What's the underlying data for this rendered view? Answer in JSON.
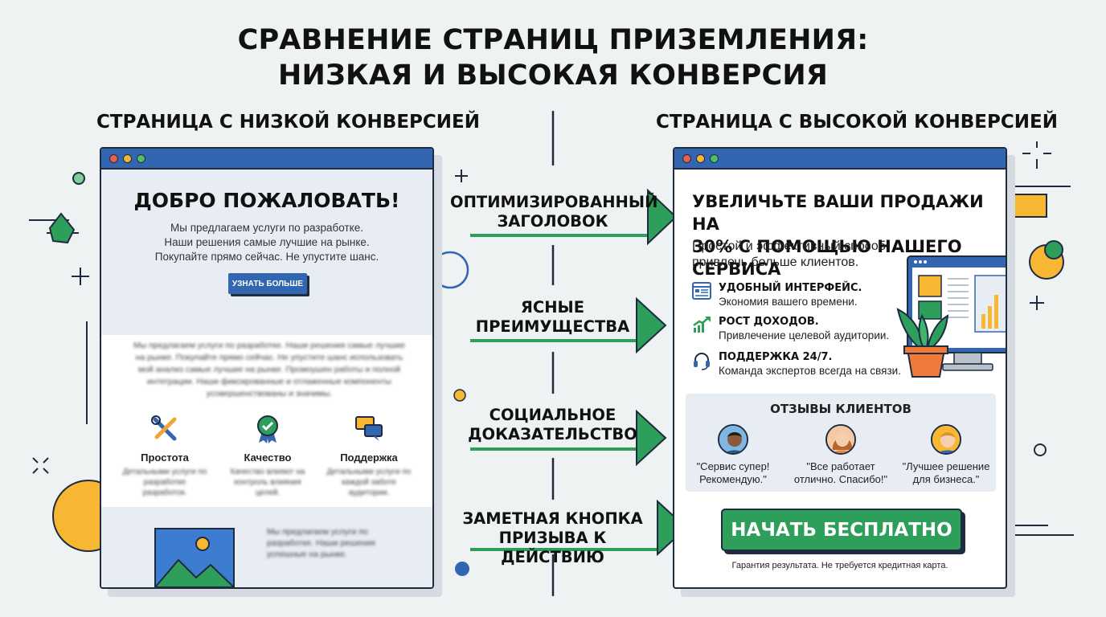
{
  "title_line1": "СРАВНЕНИЕ СТРАНИЦ ПРИЗЕМЛЕНИЯ:",
  "title_line2": "НИЗКАЯ И ВЫСОКАЯ КОНВЕРСИЯ",
  "low": {
    "heading": "СТРАНИЦА С НИЗКОЙ КОНВЕРСИЕЙ",
    "hero_title": "ДОБРО ПОЖАЛОВАТЬ!",
    "hero_text_1": "Мы предлагаем услуги по разработке.",
    "hero_text_2": "Наши решения самые лучшие на рынке.",
    "hero_text_3": "Покупайте прямо сейчас. Не упустите шанс.",
    "button": "УЗНАТЬ БОЛЬШЕ",
    "blurred_paragraph": "Мы предлагаем услуги по разработке. Наши решения самые лучшие на рынке. Покупайте прямо сейчас. Не упустите шанс использовать мой анализ самые лучшие на рынке. Промоушен работы и полной интеграции. Наши фиксированные и отлаженные компоненты усовершенствованы и значимы.",
    "features": [
      {
        "name": "Простота",
        "desc": "Детальными услуги по разработке разработок.",
        "icon": "tools-icon"
      },
      {
        "name": "Качество",
        "desc": "Качество влияют на контроль влияния целей.",
        "icon": "award-icon"
      },
      {
        "name": "Поддержка",
        "desc": "Детальными услуги по каждой заботе аудитории.",
        "icon": "chat-icon"
      }
    ],
    "footer_text": "Мы предлагаем услуги по разработке. Наши решения успешные на рынке."
  },
  "high": {
    "heading": "СТРАНИЦА С ВЫСОКОЙ КОНВЕРСИЕЙ",
    "hero_title_1": "УВЕЛИЧЬТЕ ВАШИ ПРОДАЖИ НА",
    "hero_title_2": "30% С ПОМОЩЬЮ НАШЕГО СЕРВИСА",
    "hero_text_1": "Простой и эффективный способ",
    "hero_text_2": "привлечь больше клиентов.",
    "benefits": [
      {
        "title": "УДОБНЫЙ ИНТЕРФЕЙС.",
        "desc": "Экономия вашего времени.",
        "icon": "interface-icon"
      },
      {
        "title": "РОСТ ДОХОДОВ.",
        "desc": "Привлечение целевой аудитории.",
        "icon": "growth-icon"
      },
      {
        "title": "ПОДДЕРЖКА 24/7.",
        "desc": "Команда экспертов всегда на связи.",
        "icon": "headset-icon"
      }
    ],
    "reviews_title": "ОТЗЫВЫ КЛИЕНТОВ",
    "reviews": [
      {
        "line1": "\"Сервис супер!",
        "line2": "Рекомендую.\""
      },
      {
        "line1": "\"Все работает",
        "line2": "отлично. Спасибо!\""
      },
      {
        "line1": "\"Лучшее решение",
        "line2": "для бизнеса.\""
      }
    ],
    "cta": "НАЧАТЬ БЕСПЛАТНО",
    "cta_note": "Гарантия результата. Не требуется кредитная карта."
  },
  "middle": [
    {
      "line1": "ОПТИМИЗИРОВАННЫЙ",
      "line2": "ЗАГОЛОВОК"
    },
    {
      "line1": "ЯСНЫЕ",
      "line2": "ПРЕИМУЩЕСТВА"
    },
    {
      "line1": "СОЦИАЛЬНОЕ",
      "line2": "ДОКАЗАТЕЛЬСТВО"
    },
    {
      "line1": "ЗАМЕТНАЯ КНОПКА",
      "line2": "ПРИЗЫВА К ДЕЙСТВИЮ"
    }
  ],
  "colors": {
    "brand_blue": "#3366b0",
    "accent_green": "#2e9e5b",
    "accent_yellow": "#f7b733",
    "outline": "#1f2b40",
    "background": "#eef2f3"
  }
}
